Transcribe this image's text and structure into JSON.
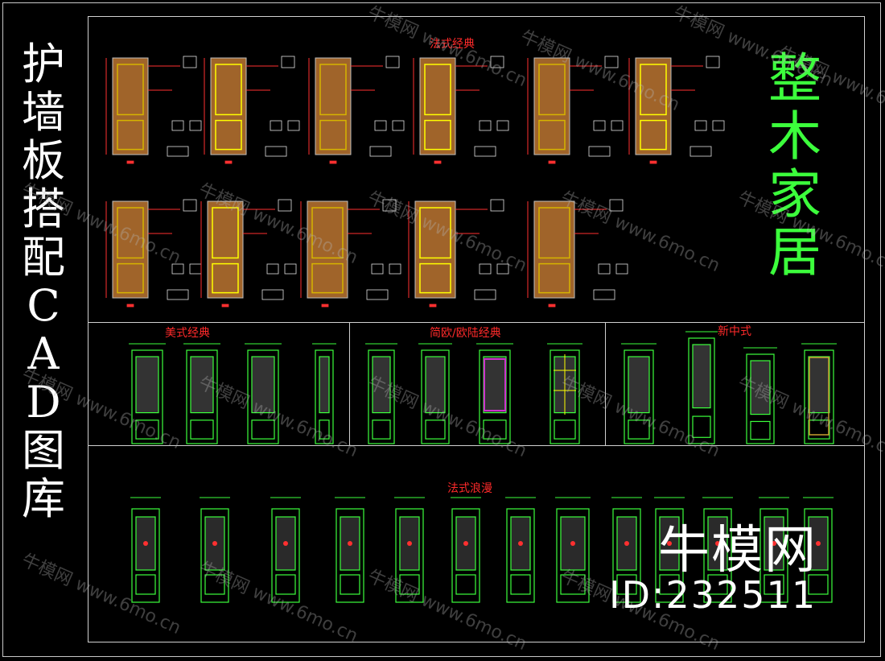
{
  "left_title": [
    "护",
    "墙",
    "板",
    "搭",
    "配",
    "C",
    "A",
    "D",
    "图",
    "库"
  ],
  "brand_title": [
    "整",
    "木",
    "家",
    "居"
  ],
  "sections": {
    "french_classic": "法式经典",
    "american_classic": "美式经典",
    "simple_european": "简欧/欧陆经典",
    "new_chinese": "新中式",
    "french_romantic": "法式浪漫"
  },
  "watermark": {
    "logo": "牛模网",
    "id": "ID:232511",
    "tile_text": "牛模网 www.6mo.cn"
  },
  "colors": {
    "background": "#000000",
    "frame": "#d0d0d0",
    "section_label": "#ff2a2a",
    "brand_green": "#3cff3c",
    "door_green": "#3cff3c",
    "door_wood": "#a0642a",
    "door_yellow": "#ffff00"
  }
}
